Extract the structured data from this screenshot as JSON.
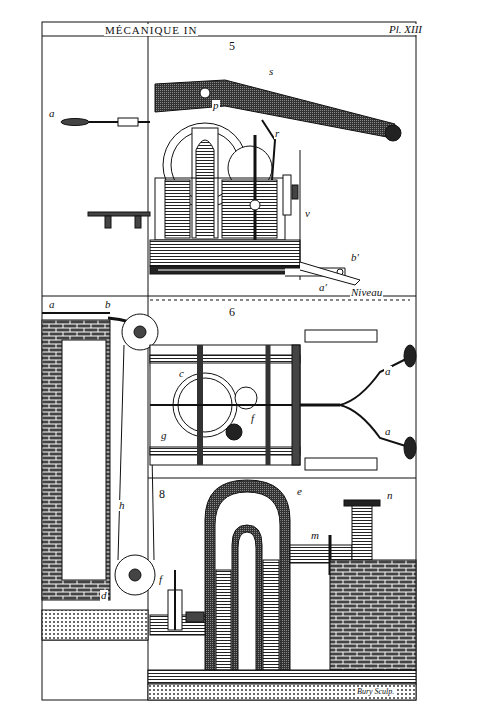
{
  "diagram": {
    "title": "MÉCANIQUE IN",
    "labels": [
      "Pl. XIII",
      "5",
      "a",
      "p",
      "s",
      "r",
      "v",
      "b'",
      "a'",
      "6",
      "a",
      "b",
      "Niveau",
      "c",
      "f",
      "g",
      "h",
      "a",
      "a",
      "8",
      "e",
      "n",
      "m",
      "d",
      "f",
      "Bury Sculp."
    ]
  }
}
